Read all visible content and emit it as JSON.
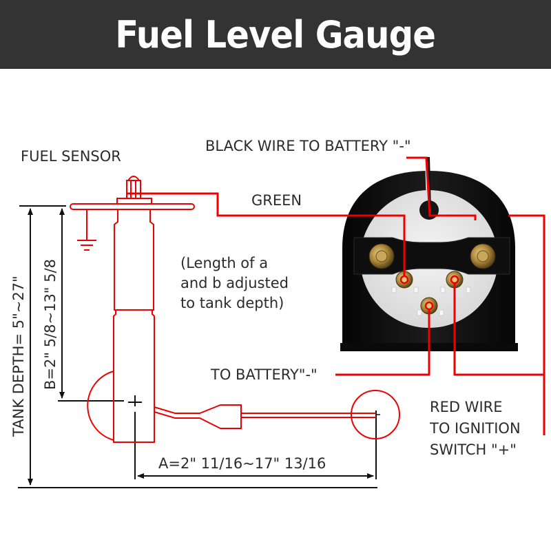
{
  "title": "Fuel Level Gauge",
  "colors": {
    "title_bg": "#333333",
    "title_text": "#ffffff",
    "wire_red": "#ee0000",
    "dimension_black": "#111111",
    "label_text": "#2b2b2b",
    "gauge_body": "#121212",
    "gauge_face": "#e6e6e6",
    "terminal_brass": "#b08a3c"
  },
  "labels": {
    "fuel_sensor": "FUEL SENSOR",
    "black_wire": "BLACK WIRE TO BATTERY \"-\"",
    "green": "GREEN",
    "note_line1": "(Length of a",
    "note_line2": "and b adjusted",
    "note_line3": "to tank depth)",
    "to_battery": "TO BATTERY\"-\"",
    "red_wire_line1": "RED WIRE",
    "red_wire_line2": "TO IGNITION",
    "red_wire_line3": "SWITCH \"+\""
  },
  "dimensions": {
    "tank_depth": "TANK DEPTH= 5\"~27\"",
    "b_length": "B=2\"  5/8~13\" 5/8",
    "a_length": "A=2\"  11/16~17\" 13/16"
  },
  "components": {
    "sensor": {
      "name": "fuel-sensor",
      "icon": "float-sensor-icon"
    },
    "ground": {
      "icon": "ground-symbol-icon"
    },
    "gauge": {
      "name": "gauge-rear-view",
      "terminals": [
        "green-terminal",
        "battery-negative-terminal",
        "ignition-terminal"
      ],
      "mounting_studs": 2
    }
  }
}
